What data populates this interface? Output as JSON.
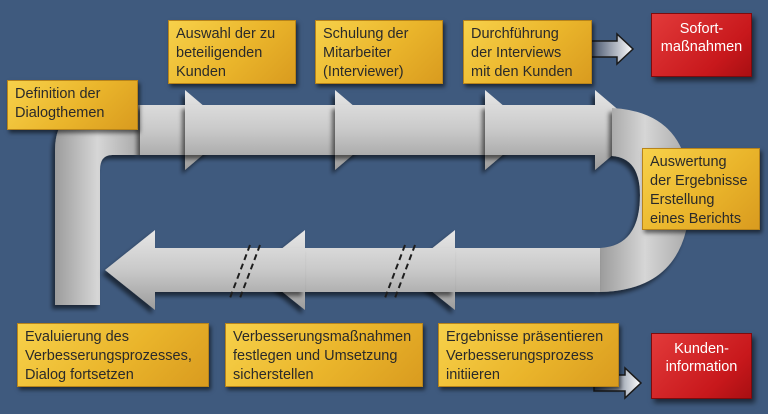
{
  "colors": {
    "background": "#3f5a7e",
    "box_yellow": "#f2c63a",
    "box_red": "#d42024",
    "arrow_gray": "#c8c8c8"
  },
  "steps": {
    "definition": "Definition der\nDialogthemen",
    "auswahl": "Auswahl der zu\nbeteiligenden\nKunden",
    "schulung": "Schulung der\nMitarbeiter\n(Interviewer)",
    "durchfuehrung": "Durchführung\nder Interviews\nmit den Kunden",
    "auswertung": "Auswertung\nder Ergebnisse\nErstellung\neines Berichts",
    "ergebnisse": "Ergebnisse präsentieren\nVerbesserungsprozess\ninitiieren",
    "verbesserung": "Verbesserungsmaßnahmen\nfestlegen und Umsetzung\nsicherstellen",
    "evaluierung": "Evaluierung des\nVerbesserungsprozesses,\nDialog fortsetzen"
  },
  "outcomes": {
    "sofort": "Sofort-\nmaßnahmen",
    "kunden": "Kunden-\ninformation"
  }
}
